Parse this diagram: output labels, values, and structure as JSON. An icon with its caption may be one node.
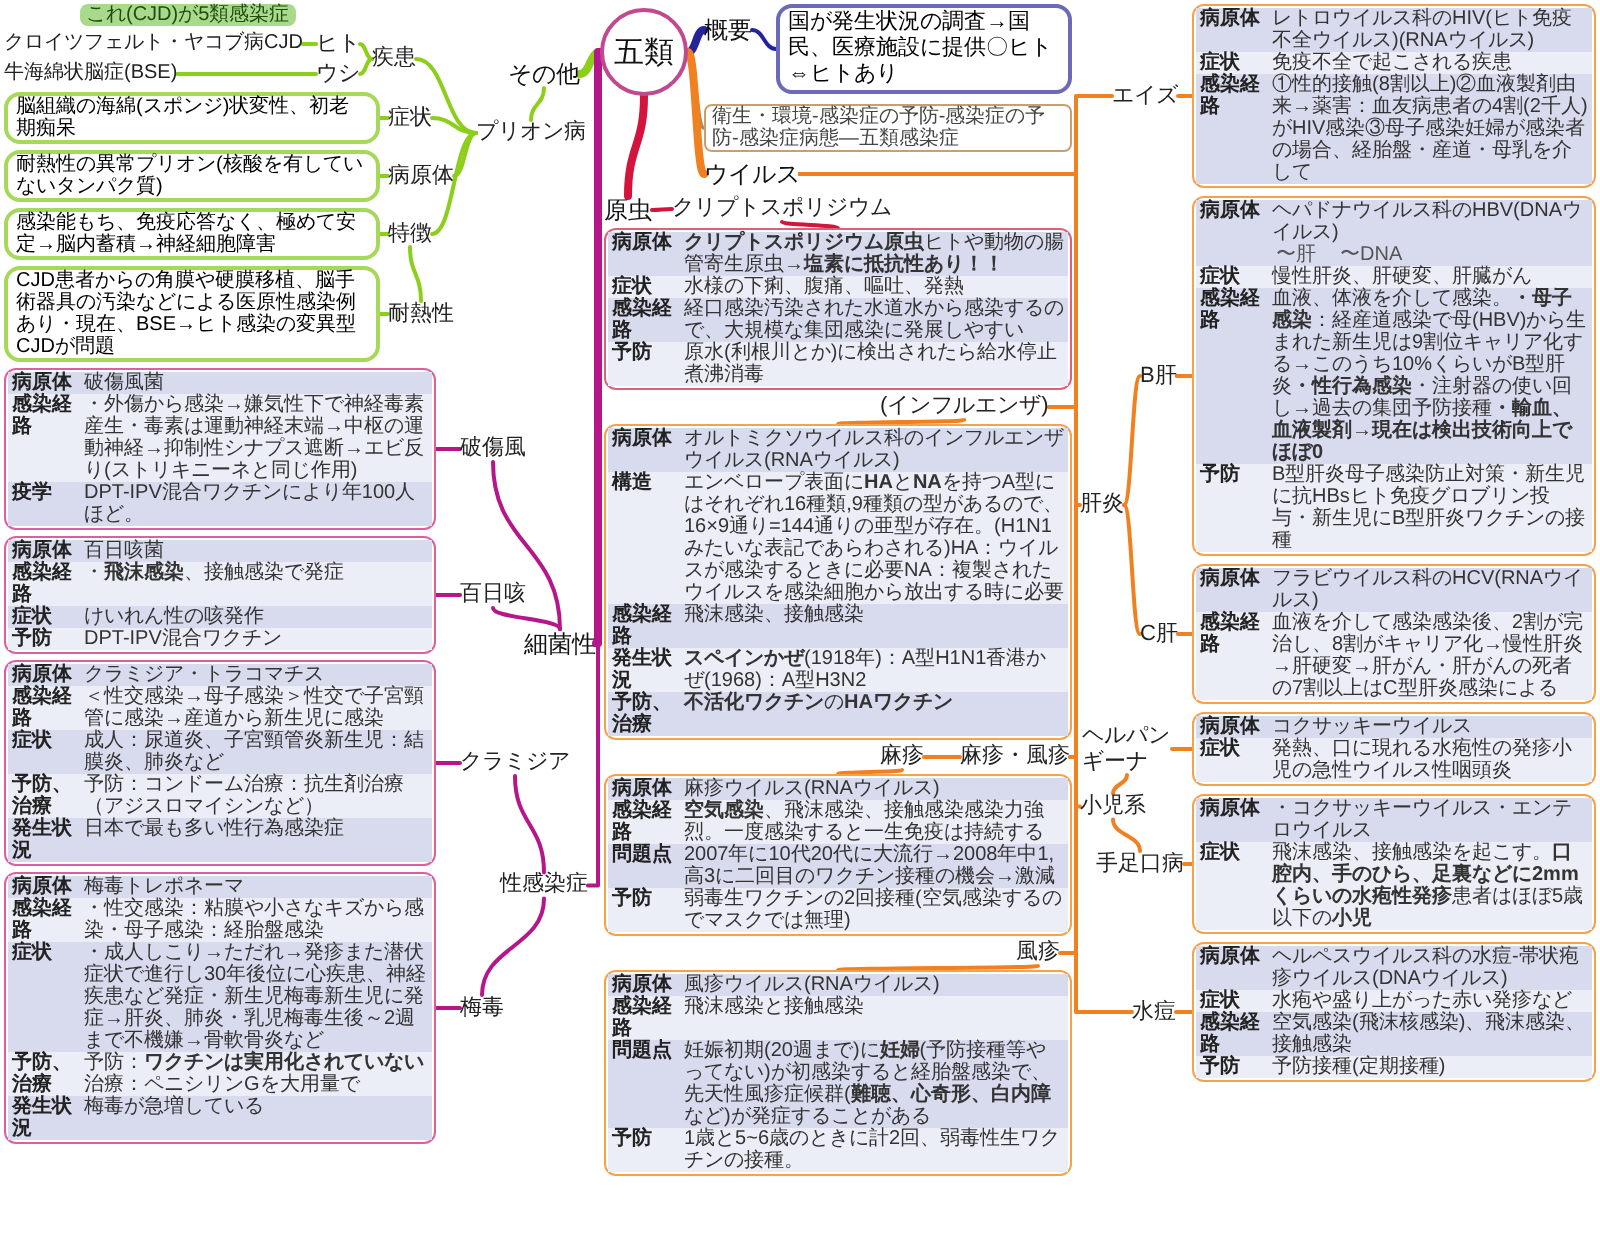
{
  "diagram": {
    "nodes": [
      {
        "text": [
          "五類"
        ]
      },
      {
        "text": [
          "概要"
        ]
      },
      {
        "text": [
          "国が発生状況の調査→国民、医療施設に提供〇ヒト⇔ヒトあり"
        ]
      },
      {
        "text": [
          "衛生・環境-感染症の予防-感染症の予防-感染症病態—五類感染症"
        ]
      },
      {
        "text": [
          "その他"
        ]
      },
      {
        "text": [
          "プリオン病"
        ]
      },
      {
        "text": [
          "疾患"
        ]
      },
      {
        "text": [
          "ヒト"
        ]
      },
      {
        "text": [
          "クロイツフェルト・ヤコブ病CJD"
        ]
      },
      {
        "text": [
          "ウシ"
        ]
      },
      {
        "text": [
          "牛海綿状脳症(BSE)"
        ]
      },
      {
        "text": [
          "症状"
        ]
      },
      {
        "text": [
          "脳組織の海綿(スポンジ)状変性、初老期痴呆"
        ]
      },
      {
        "text": [
          "病原体"
        ]
      },
      {
        "text": [
          "耐熱性の異常プリオン(核酸を有していないタンパク質)"
        ]
      },
      {
        "text": [
          "特徴"
        ]
      },
      {
        "text": [
          "感染能もち、免疫応答なく、極めて安定→脳内蓄積→神経細胞障害"
        ]
      },
      {
        "text": [
          "耐熱性"
        ]
      },
      {
        "text": [
          "CJD患者からの角膜や硬膜移植、脳手術器具の汚染などによる医原性感染例あり・現在、BSE→ヒト感染の変異型CJDが問題"
        ]
      },
      {
        "text": [
          "これ(CJD)が5類感染症"
        ]
      },
      {
        "text": [
          "細菌性"
        ]
      },
      {
        "text": [
          "破傷風"
        ]
      },
      {
        "text": [
          "病原体",
          "破傷風菌",
          "感染経路",
          "・外傷から感染→嫌気性下で神経毒素産生・毒素は運動神経末端→中枢の運動神経→抑制性シナプス遮断→エビ反り(ストリキニーネと同じ作用)",
          "疫学",
          "DPT-IPV混合ワクチンにより年100人ほど。"
        ]
      },
      {
        "text": [
          "百日咳"
        ]
      },
      {
        "text": [
          "病原体",
          "百日咳菌",
          "感染経路",
          "・**飛沫感染**、接触感染で発症",
          "症状",
          "けいれん性の咳発作",
          "予防",
          "DPT-IPV混合ワクチン"
        ]
      },
      {
        "text": [
          "性感染症"
        ]
      },
      {
        "text": [
          "クラミジア"
        ]
      },
      {
        "text": [
          "病原体",
          "クラミジア・トラコマチス",
          "感染経路",
          "＜性交感染→母子感染＞性交で子宮頸管に感染→産道から新生児に感染",
          "症状",
          "成人：尿道炎、子宮頸管炎新生児：結膜炎、肺炎など",
          "予防、治療",
          "予防：コンドーム治療：抗生剤治療（アジスロマイシンなど）",
          "発生状況",
          "日本で最も多い性行為感染症"
        ]
      },
      {
        "text": [
          "梅毒"
        ]
      },
      {
        "text": [
          "病原体",
          "梅毒トレポネーマ",
          "感染経路",
          "・性交感染：粘膜や小さなキズから感染・母子感染：経胎盤感染",
          "症状",
          "・成人しこり→ただれ→発疹また潜伏症状で進行し30年後位に心疾患、神経疾患など発症・新生児梅毒新生児に発症→肝炎、肺炎・乳児梅毒生後～2週まで不機嫌→骨軟骨炎など",
          "予防、治療",
          "予防：**ワクチンは実用化されていない**治療：ペニシリンGを大用量で",
          "発生状況",
          "梅毒が急増している"
        ]
      },
      {
        "text": [
          "原虫"
        ]
      },
      {
        "text": [
          "クリプトスポリジウム"
        ]
      },
      {
        "text": [
          "病原体",
          "**クリプトスポリジウム原虫**ヒトや動物の腸管寄生原虫**→塩素に抵抗性あり！！**",
          "症状",
          "水様の下痢、腹痛、嘔吐、発熱",
          "感染経路",
          "経口感染汚染された水道水から感染するので、大規模な集団感染に発展しやすい",
          "予防",
          "原水(利根川とか)に検出されたら給水停止煮沸消毒"
        ]
      },
      {
        "text": [
          "ウイルス"
        ]
      },
      {
        "text": [
          "エイズ"
        ]
      },
      {
        "text": [
          "病原体",
          "レトロウイルス科のHIV(ヒト免疫不全ウイルス)(RNAウイルス)",
          "症状",
          "免疫不全で起こされる疾患",
          "感染経路",
          "①性的接触(8割以上)②血液製剤由来→薬害：血友病患者の4割(2千人)がHIV感染③母子感染妊婦が感染者の場合、経胎盤・産道・母乳を介して"
        ]
      },
      {
        "text": [
          "肝炎"
        ]
      },
      {
        "text": [
          "B肝"
        ]
      },
      {
        "text": [
          "病原体",
          "ヘパドナウイルス科のHBV(DNAウイルス)",
          "症状",
          "慢性肝炎、肝硬変、肝臓がん",
          "感染経路",
          "血液、体液を介して感染。**・母子感染**：経産道感染で母(HBV)から生まれた新生児は9割位キャリア化する→このうち10%くらいがB型肝炎**・性行為感染**・注射器の使い回し→過去の集団予防接種**・輸血、血液製剤→現在は検出技術向上でほぼ0**",
          "予防",
          "B型肝炎母子感染防止対策・新生児に抗HBsヒト免疫グロブリン投与・新生児にB型肝炎ワクチンの接種"
        ]
      },
      {
        "text": [
          "C肝"
        ]
      },
      {
        "text": [
          "病原体",
          "フラビウイルス科のHCV(RNAウイルス)",
          "感染経路",
          "血液を介して感染感染後、2割が完治し、8割がキャリア化→慢性肝炎→肝硬変→肝がん・肝がんの死者の7割以上はC型肝炎感染による"
        ]
      },
      {
        "text": [
          "小児系"
        ]
      },
      {
        "text": [
          "ヘルパンギーナ"
        ]
      },
      {
        "text": [
          "病原体",
          "コクサッキーウイルス",
          "症状",
          "発熱、口に現れる水疱性の発疹小児の急性ウイルス性咽頭炎"
        ]
      },
      {
        "text": [
          "手足口病"
        ]
      },
      {
        "text": [
          "病原体",
          "・コクサッキーウイルス・エンテロウイルス",
          "症状",
          "飛沫感染、接触感染を起こす。**口腔内、手のひら、足裏などに2mmくらいの水疱性発疹**患者はほぼ5歳以下の**小児**"
        ]
      },
      {
        "text": [
          "水痘"
        ]
      },
      {
        "text": [
          "病原体",
          "ヘルペスウイルス科の水痘-帯状疱疹ウイルス(DNAウイルス)",
          "症状",
          "水疱や盛り上がった赤い発疹など",
          "感染経路",
          "空気感染(飛沫核感染)、飛沫感染、接触感染",
          "予防",
          "予防接種(定期接種)"
        ]
      },
      {
        "text": [
          "麻疹・風疹"
        ]
      },
      {
        "text": [
          "麻疹"
        ]
      },
      {
        "text": [
          "病原体",
          "麻疹ウイルス(RNAウイルス)",
          "感染経路",
          "**空気感染**、飛沫感染、接触感染感染力強烈。一度感染すると一生免疫は持続する",
          "問題点",
          "2007年に10代20代に大流行→2008年中1,高3に二回目のワクチン接種の機会→激減",
          "予防",
          "弱毒生ワクチンの2回接種(空気感染するのでマスクでは無理)"
        ]
      },
      {
        "text": [
          "風疹"
        ]
      },
      {
        "text": [
          "病原体",
          "風疹ウイルス(RNAウイルス)",
          "感染経路",
          "飛沫感染と接触感染",
          "問題点",
          "妊娠初期(20週まで)に**妊婦**(予防接種等やってない)が初感染すると経胎盤感染で、先天性風疹症候群(**難聴、心奇形、白内障**など)が発症することがある",
          "予防",
          "1歳と5~6歳のときに計2回、弱毒性生ワクチンの接種。"
        ]
      },
      {
        "text": [
          "(インフルエンザ)"
        ]
      },
      {
        "text": [
          "病原体",
          "オルトミクソウイルス科のインフルエンザウイルス(RNAウイルス)",
          "構造",
          "エンベロープ表面に**HA**と**NA**を持つA型にはそれぞれ16種類,9種類の型があるので、16×9通り=144通りの亜型が存在。(H1N1みたいな表記であらわされる)HA：ウイルスが感染するときに必要NA：複製されたウイルスを感染細胞から放出する時に必要",
          "感染経路",
          "飛沫感染、接触感染",
          "発生状況",
          "**スペインかぜ**(1918年)：A型H1N1香港かぜ(1968)：A型H3N2",
          "予防、治療",
          "**不活化ワクチン**の**HAワクチン**"
        ]
      }
    ],
    "edges": [
      {
        "from": 0,
        "to": 1,
        "arrow": "none",
        "style": "thick",
        "color": "#23239a"
      },
      {
        "from": 1,
        "to": 2,
        "arrow": "none",
        "color": "#23239a"
      },
      {
        "from": 0,
        "to": 3,
        "arrow": "none",
        "color": "#b98550"
      },
      {
        "from": 0,
        "to": 4,
        "arrow": "none",
        "style": "thick",
        "color": "#8ccf1a"
      },
      {
        "from": 4,
        "to": 5,
        "arrow": "none",
        "color": "#8ccf1a"
      },
      {
        "from": 5,
        "to": 6,
        "arrow": "none",
        "color": "#8ccf1a"
      },
      {
        "from": 6,
        "to": 7,
        "arrow": "none",
        "color": "#8ccf1a"
      },
      {
        "from": 7,
        "to": 8,
        "arrow": "none",
        "color": "#8ccf1a"
      },
      {
        "from": 6,
        "to": 9,
        "arrow": "none",
        "color": "#8ccf1a"
      },
      {
        "from": 9,
        "to": 10,
        "arrow": "none",
        "color": "#8ccf1a"
      },
      {
        "from": 5,
        "to": 11,
        "arrow": "none",
        "color": "#8ccf1a"
      },
      {
        "from": 11,
        "to": 12,
        "arrow": "none",
        "color": "#8ccf1a"
      },
      {
        "from": 5,
        "to": 13,
        "arrow": "none",
        "color": "#8ccf1a"
      },
      {
        "from": 13,
        "to": 14,
        "arrow": "none",
        "color": "#8ccf1a"
      },
      {
        "from": 5,
        "to": 15,
        "arrow": "none",
        "color": "#8ccf1a"
      },
      {
        "from": 15,
        "to": 16,
        "arrow": "none",
        "color": "#8ccf1a"
      },
      {
        "from": 15,
        "to": 17,
        "arrow": "none",
        "color": "#8ccf1a"
      },
      {
        "from": 17,
        "to": 18,
        "arrow": "none",
        "color": "#8ccf1a"
      },
      {
        "from": 0,
        "to": 20,
        "arrow": "none",
        "style": "thick",
        "color": "#b5178a"
      },
      {
        "from": 20,
        "to": 21,
        "arrow": "none",
        "color": "#b5178a"
      },
      {
        "from": 21,
        "to": 22,
        "arrow": "none",
        "color": "#b5178a"
      },
      {
        "from": 20,
        "to": 23,
        "arrow": "none",
        "color": "#b5178a"
      },
      {
        "from": 23,
        "to": 24,
        "arrow": "none",
        "color": "#b5178a"
      },
      {
        "from": 20,
        "to": 25,
        "arrow": "none",
        "color": "#b5178a"
      },
      {
        "from": 25,
        "to": 26,
        "arrow": "none",
        "color": "#b5178a"
      },
      {
        "from": 26,
        "to": 27,
        "arrow": "none",
        "color": "#b5178a"
      },
      {
        "from": 25,
        "to": 28,
        "arrow": "none",
        "color": "#b5178a"
      },
      {
        "from": 28,
        "to": 29,
        "arrow": "none",
        "color": "#b5178a"
      },
      {
        "from": 0,
        "to": 30,
        "arrow": "none",
        "style": "thick",
        "color": "#d4143c"
      },
      {
        "from": 30,
        "to": 31,
        "arrow": "none",
        "color": "#d4143c"
      },
      {
        "from": 31,
        "to": 32,
        "arrow": "none",
        "color": "#d4143c"
      },
      {
        "from": 0,
        "to": 33,
        "arrow": "none",
        "style": "thick"
      },
      {
        "from": 33,
        "to": 34,
        "arrow": "none"
      },
      {
        "from": 34,
        "to": 35,
        "arrow": "none"
      },
      {
        "from": 33,
        "to": 36,
        "arrow": "none"
      },
      {
        "from": 36,
        "to": 37,
        "arrow": "none"
      },
      {
        "from": 37,
        "to": 38,
        "arrow": "none"
      },
      {
        "from": 36,
        "to": 39,
        "arrow": "none"
      },
      {
        "from": 39,
        "to": 40,
        "arrow": "none"
      },
      {
        "from": 33,
        "to": 41,
        "arrow": "none"
      },
      {
        "from": 41,
        "to": 42,
        "arrow": "none"
      },
      {
        "from": 42,
        "to": 43,
        "arrow": "none"
      },
      {
        "from": 41,
        "to": 44,
        "arrow": "none"
      },
      {
        "from": 44,
        "to": 45,
        "arrow": "none"
      },
      {
        "from": 33,
        "to": 46,
        "arrow": "none"
      },
      {
        "from": 46,
        "to": 47,
        "arrow": "none"
      },
      {
        "from": 33,
        "to": 48,
        "arrow": "none"
      },
      {
        "from": 48,
        "to": 49,
        "arrow": "none"
      },
      {
        "from": 49,
        "to": 50,
        "arrow": "none"
      },
      {
        "from": 48,
        "to": 51,
        "arrow": "none"
      },
      {
        "from": 51,
        "to": 52,
        "arrow": "none"
      },
      {
        "from": 33,
        "to": 53,
        "arrow": "none"
      },
      {
        "from": 53,
        "to": 54,
        "arrow": "none"
      }
    ],
    "labels": [
      "〜肝",
      "〜DNA"
    ]
  }
}
